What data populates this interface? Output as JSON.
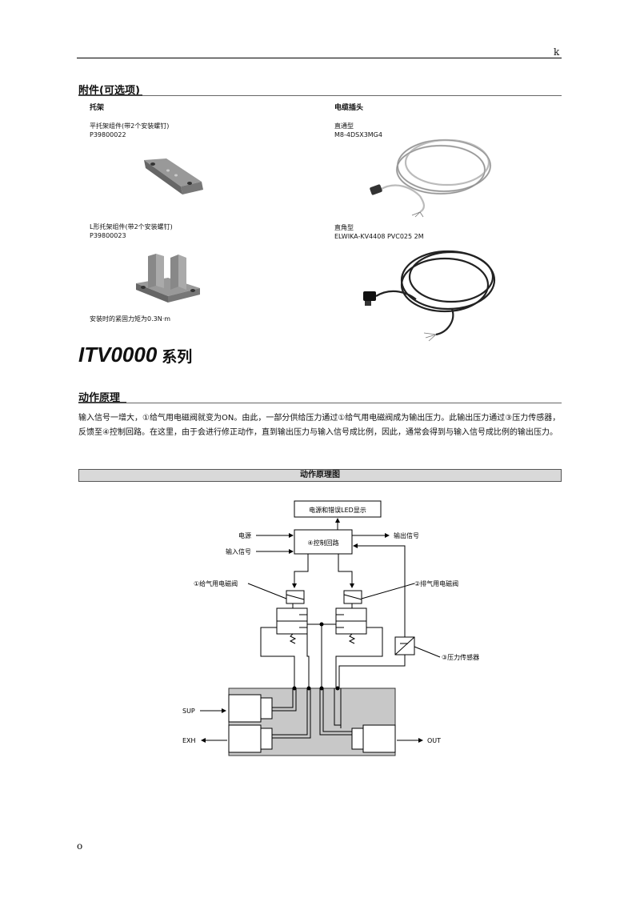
{
  "header": {
    "mark": "k"
  },
  "accessories": {
    "title": "附件(可选项)",
    "bracket": {
      "heading": "托架",
      "flat": {
        "name": "平托架组件(带2个安装螺钉)",
        "code": "P39800022"
      },
      "l_shape": {
        "name": "L形托架组件(带2个安装螺钉)",
        "code": "P39800023"
      },
      "note": "安装时的紧固力矩为0.3N·m"
    },
    "cable": {
      "heading": "电缆插头",
      "straight": {
        "name": "直通型",
        "code": "M8-4DSX3MG4"
      },
      "angled": {
        "name": "直角型",
        "code": "ELWIKA-KV4408 PVC025 2M"
      }
    }
  },
  "series": {
    "model": "ITV0000",
    "suffix": "系列"
  },
  "principle": {
    "title": "动作原理",
    "text": "输入信号一增大，①给气用电磁阀就变为ON。由此，一部分供给压力通过①给气用电磁阀成为输出压力。此输出压力通过③压力传感器，反馈至④控制回路。在这里，由于会进行修正动作，直到输出压力与输入信号成比例，因此，通常会得到与输入信号成比例的输出压力。",
    "diagram_title": "动作原理图"
  },
  "diagram": {
    "led_box": "电源和错误LED显示",
    "control_box": "④控制回路",
    "power": "电源",
    "input_signal": "输入信号",
    "output_signal": "输出信号",
    "supply_valve": "①给气用电磁阀",
    "exhaust_valve": "②排气用电磁阀",
    "sensor": "③压力传感器",
    "sup": "SUP",
    "exh": "EXH",
    "out": "OUT"
  },
  "footer": {
    "mark": "o"
  }
}
